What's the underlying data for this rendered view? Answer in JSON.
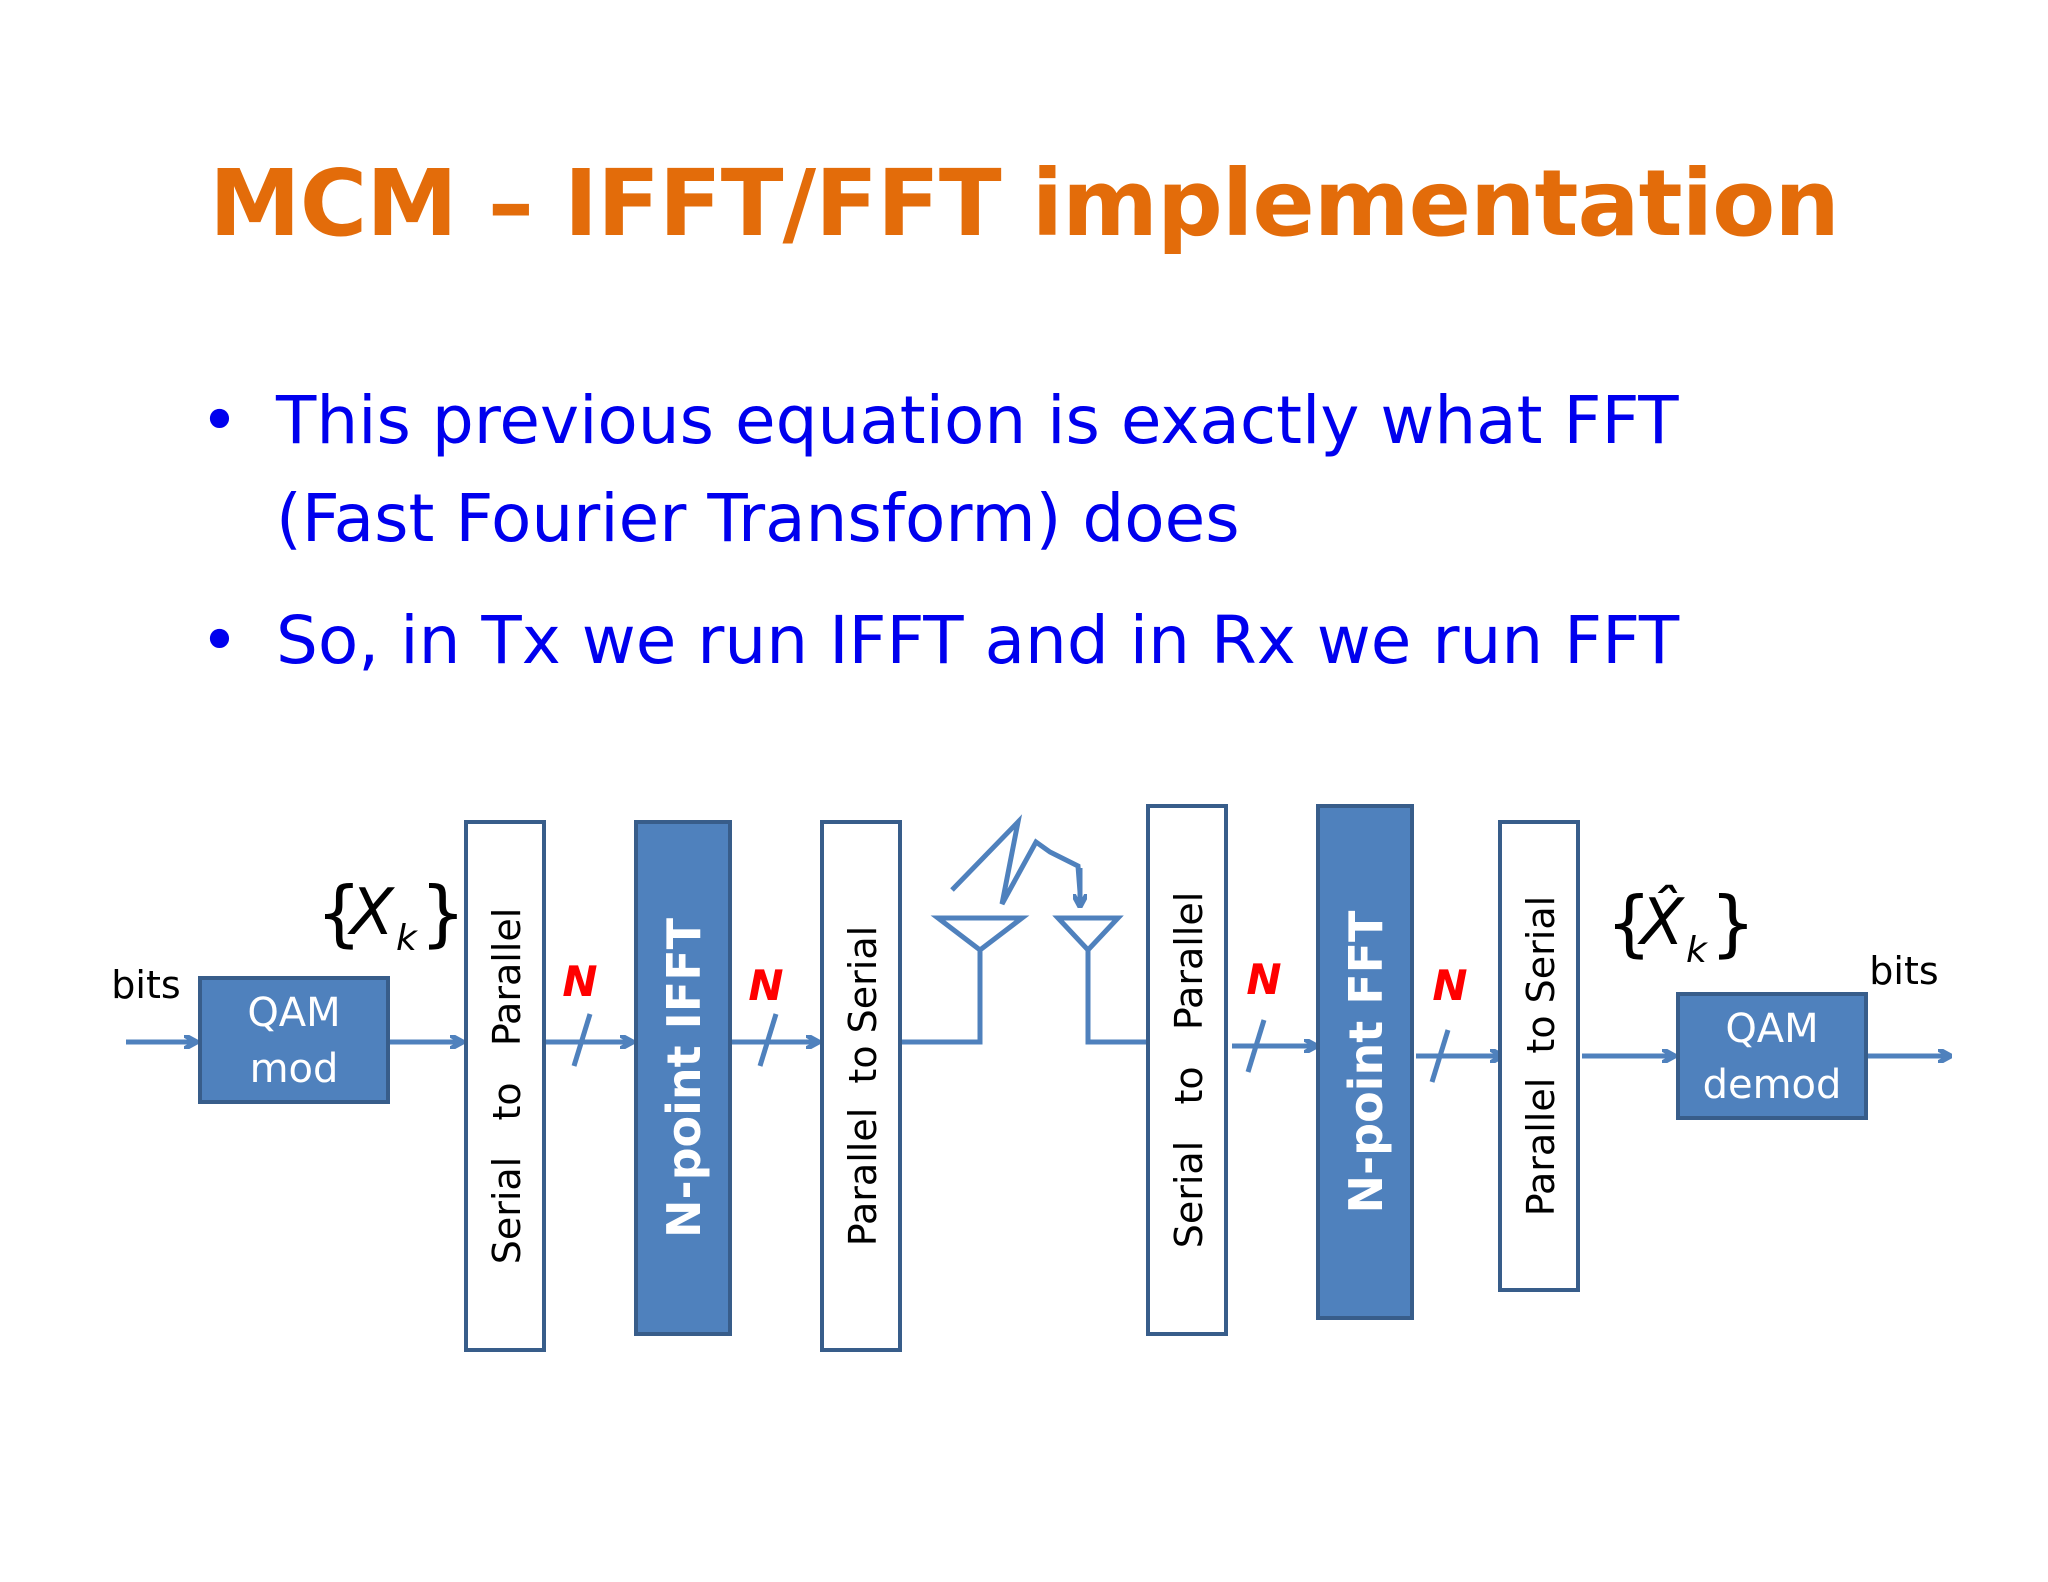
{
  "title": "MCM – IFFT/FFT implementation",
  "bullets": [
    {
      "marker": "•",
      "lines": [
        "This previous equation is exactly what FFT",
        "(Fast Fourier Transform) does"
      ]
    },
    {
      "marker": "•",
      "lines": [
        "So, in Tx we run IFFT and in Rx we run FFT"
      ]
    }
  ],
  "diagram": {
    "input_label": "bits",
    "output_label": "bits",
    "qam_mod": [
      "QAM",
      "mod"
    ],
    "qam_demod": [
      "QAM",
      "demod"
    ],
    "tx_symbols_base": "X",
    "tx_symbols_sub": "k",
    "rx_symbols_base": "X̂",
    "rx_symbols_sub": "k",
    "brace_open": "{",
    "brace_close": "}",
    "tx_serial_to_parallel": "Serial   to   Parallel",
    "ifft_block": "N-point IFFT",
    "tx_parallel_to_serial": "Parallel  to Serial",
    "rx_serial_to_parallel": "Serial   to   Parallel",
    "fft_block": "N-point FFT",
    "rx_parallel_to_serial": "Parallel  to Serial",
    "n_label": "N"
  },
  "colors": {
    "title": "#E36C0A",
    "bullet_text": "#0000EE",
    "diagram_blue": "#4F81BD",
    "block_fill": "#4F81BD",
    "block_border": "#385D8A",
    "n_label": "#FF0000"
  }
}
